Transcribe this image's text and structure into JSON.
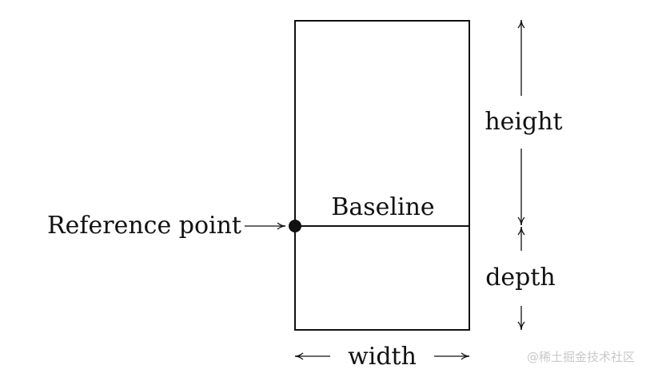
{
  "diagram": {
    "labels": {
      "reference_point": "Reference point",
      "baseline": "Baseline",
      "height": "height",
      "depth": "depth",
      "width": "width"
    },
    "watermark": "@稀土掘金技术社区",
    "colors": {
      "ink": "#111111",
      "watermark": "#c9c9c9",
      "background": "#ffffff"
    }
  }
}
